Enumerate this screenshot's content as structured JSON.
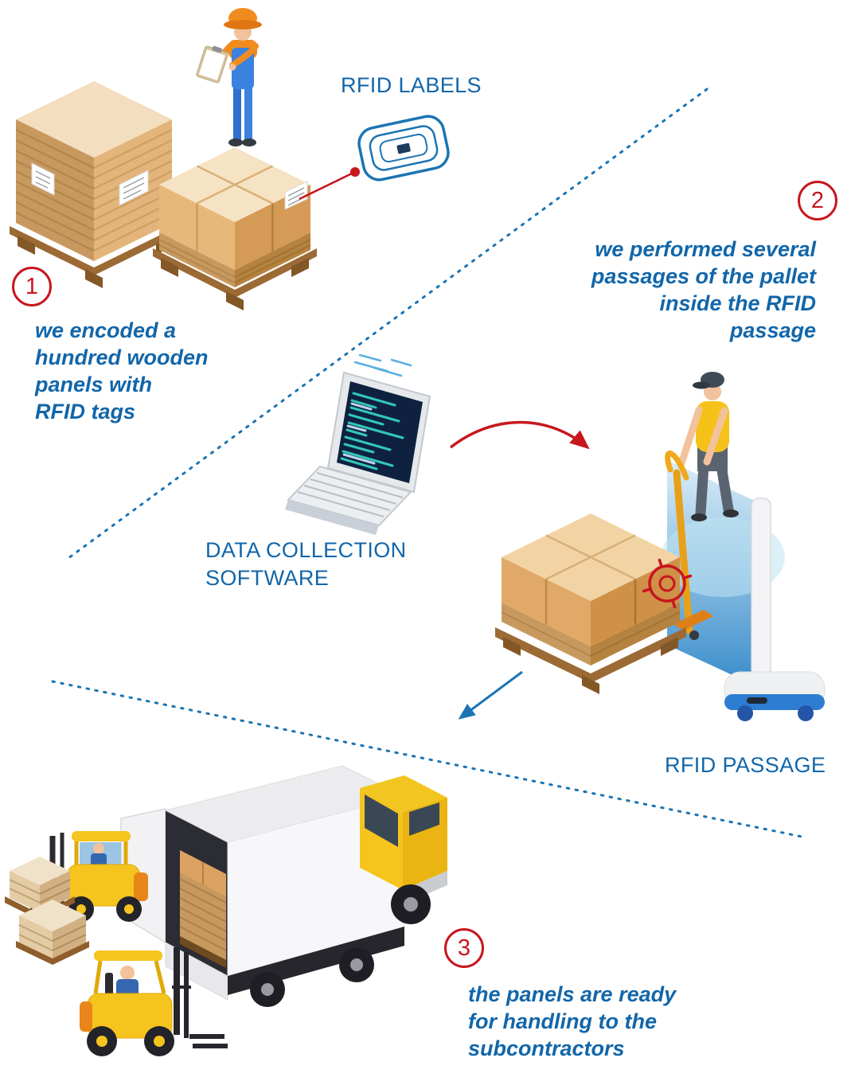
{
  "diagram": {
    "steps": [
      {
        "number": "1",
        "caption": "we encoded a\nhundred wooden\npanels with\nRFID tags"
      },
      {
        "number": "2",
        "caption": "we performed several\npassages of the pallet\ninside the RFID\npassage"
      },
      {
        "number": "3",
        "caption": "the panels are ready\nfor handling to the\nsubcontractors"
      }
    ],
    "labels": {
      "rfid_labels": "RFID LABELS",
      "data_collection_software": "DATA COLLECTION\nSOFTWARE",
      "rfid_passage": "RFID PASSAGE"
    },
    "icons": {
      "rfid_label_icon": "nested rounded-rect RFID tag with chip",
      "laptop_icon": "laptop showing code screen",
      "target_icon": "red crosshair target",
      "data_flow_arrow": "red curved arrow",
      "scan_direction_arrow": "blue straight arrow"
    },
    "colors": {
      "text_blue": "#1266a9",
      "line_blue": "#1c74b3",
      "accent_red": "#c8161d",
      "cardboard": "#e0a968",
      "forklift_yellow": "#f5c41e"
    }
  }
}
